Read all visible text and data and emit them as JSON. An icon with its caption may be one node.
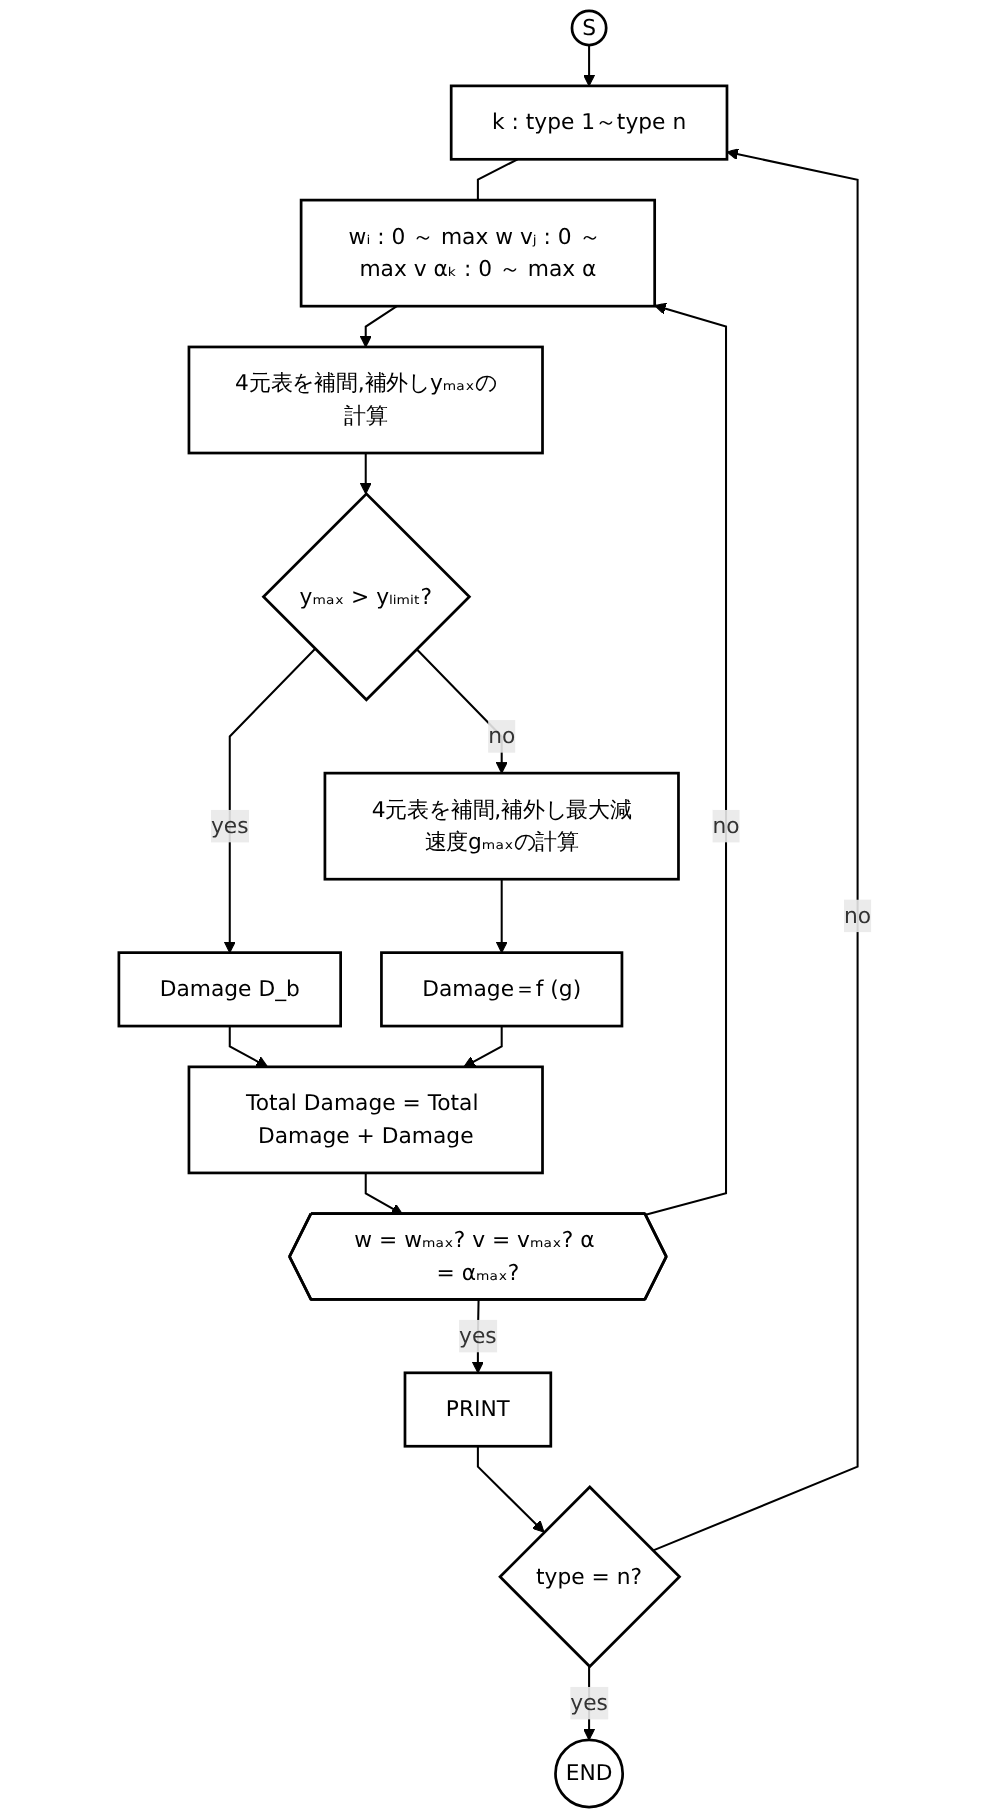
{
  "diagram": {
    "nodes": [
      {
        "text": [
          "S"
        ]
      },
      {
        "text": [
          "k : type 1～type n"
        ]
      },
      {
        "text": [
          "wᵢ : 0 ～ max w vⱼ : 0 ～ max v αₖ : 0 ～ max α"
        ]
      },
      {
        "text": [
          "4元表を補間,補外しyₘₐₓの計算"
        ]
      },
      {
        "text": [
          "yₘₐₓ > yₗᵢₘᵢₜ?"
        ]
      },
      {
        "text": [
          "Damage D_b"
        ]
      },
      {
        "text": [
          "4元表を補間,補外し最大減速度gₘₐₓの計算"
        ]
      },
      {
        "text": [
          "Damage＝f (g)"
        ]
      },
      {
        "text": [
          "Total Damage = Total Damage + Damage"
        ]
      },
      {
        "text": [
          "w = wₘₐₓ? v = vₘₐₓ? α = αₘₐₓ?"
        ]
      },
      {
        "text": [
          "PRINT"
        ]
      },
      {
        "text": [
          "type = n?"
        ]
      },
      {
        "text": [
          "END"
        ]
      }
    ],
    "edges": [
      {
        "from": 0,
        "to": 1,
        "arrow": "to"
      },
      {
        "from": 1,
        "to": 2,
        "arrow": "none"
      },
      {
        "from": 2,
        "to": 3,
        "arrow": "to"
      },
      {
        "from": 3,
        "to": 4,
        "arrow": "to"
      },
      {
        "from": 4,
        "to": 5,
        "arrow": "to",
        "label": "yes"
      },
      {
        "from": 4,
        "to": 6,
        "arrow": "to",
        "label": "no"
      },
      {
        "from": 6,
        "to": 7,
        "arrow": "to"
      },
      {
        "from": 5,
        "to": 8,
        "arrow": "to"
      },
      {
        "from": 7,
        "to": 8,
        "arrow": "to"
      },
      {
        "from": 8,
        "to": 9,
        "arrow": "to"
      },
      {
        "from": 9,
        "to": 2,
        "arrow": "to",
        "label": "no"
      },
      {
        "from": 9,
        "to": 10,
        "arrow": "to",
        "label": "yes"
      },
      {
        "from": 10,
        "to": 11,
        "arrow": "to"
      },
      {
        "from": 11,
        "to": 1,
        "arrow": "to",
        "label": "no"
      },
      {
        "from": 11,
        "to": 12,
        "arrow": "to",
        "label": "yes"
      }
    ]
  }
}
